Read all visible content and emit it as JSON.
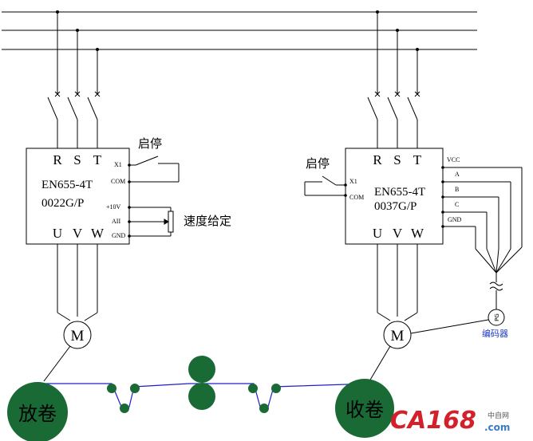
{
  "watermark": {
    "logo_text": "CA168",
    "logo_suffix": ".com",
    "logo_cn": "中自网"
  },
  "left_drive": {
    "terminals_top": [
      "R",
      "S",
      "T"
    ],
    "model": "EN655-4T",
    "code": "0022G/P",
    "terminals_bottom": [
      "U",
      "V",
      "W"
    ],
    "io_labels": [
      "X1",
      "COM",
      "+10V",
      "AII",
      "GND"
    ],
    "start_stop": "启停",
    "speed_ref": "速度给定",
    "motor": "M"
  },
  "right_drive": {
    "terminals_top": [
      "R",
      "S",
      "T"
    ],
    "model": "EN655-4T",
    "code": "0037G/P",
    "terminals_bottom": [
      "U",
      "V",
      "W"
    ],
    "io_labels": [
      "X1",
      "COM"
    ],
    "encoder_labels": [
      "VCC",
      "A",
      "B",
      "C",
      "GND"
    ],
    "start_stop": "启停",
    "motor": "M",
    "encoder_symbol": "PG",
    "encoder_label": "编码器"
  },
  "rolls": {
    "unwind": "放卷",
    "rewind": "收卷"
  },
  "colors": {
    "line": "#000000",
    "roll_fill": "#1a6a35",
    "web": "#2020c8",
    "encoder_label": "#1a3ccc",
    "logo_red": "#d4202a",
    "logo_blue": "#3a7cc4"
  }
}
